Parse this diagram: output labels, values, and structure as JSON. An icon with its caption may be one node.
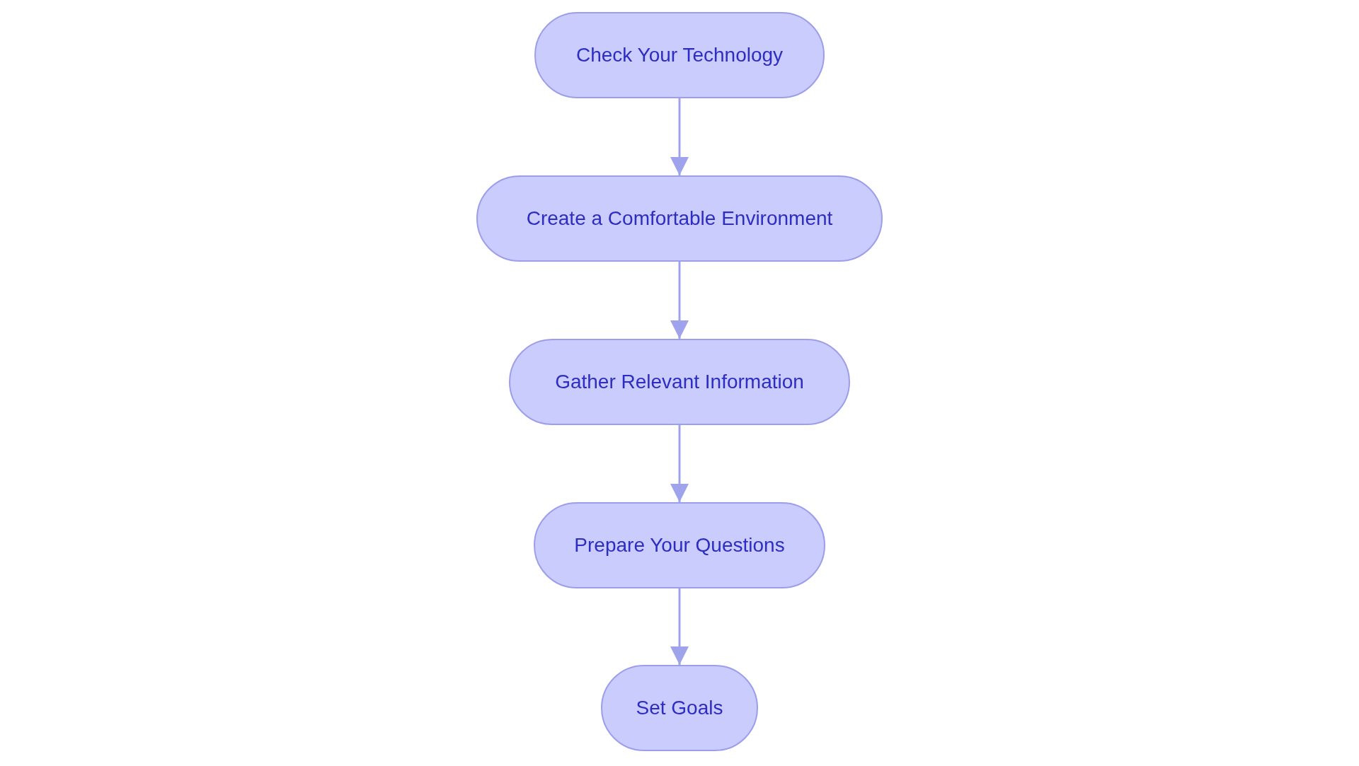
{
  "diagram": {
    "nodes": [
      {
        "text": [
          "Check Your Technology"
        ]
      },
      {
        "text": [
          "Create a Comfortable Environment"
        ]
      },
      {
        "text": [
          "Gather Relevant Information"
        ]
      },
      {
        "text": [
          "Prepare Your Questions"
        ]
      },
      {
        "text": [
          "Set Goals"
        ]
      }
    ],
    "edges": [
      {
        "from": 0,
        "to": 1,
        "arrow": "to"
      },
      {
        "from": 1,
        "to": 2,
        "arrow": "to"
      },
      {
        "from": 2,
        "to": 3,
        "arrow": "to"
      },
      {
        "from": 3,
        "to": 4,
        "arrow": "to"
      }
    ]
  }
}
